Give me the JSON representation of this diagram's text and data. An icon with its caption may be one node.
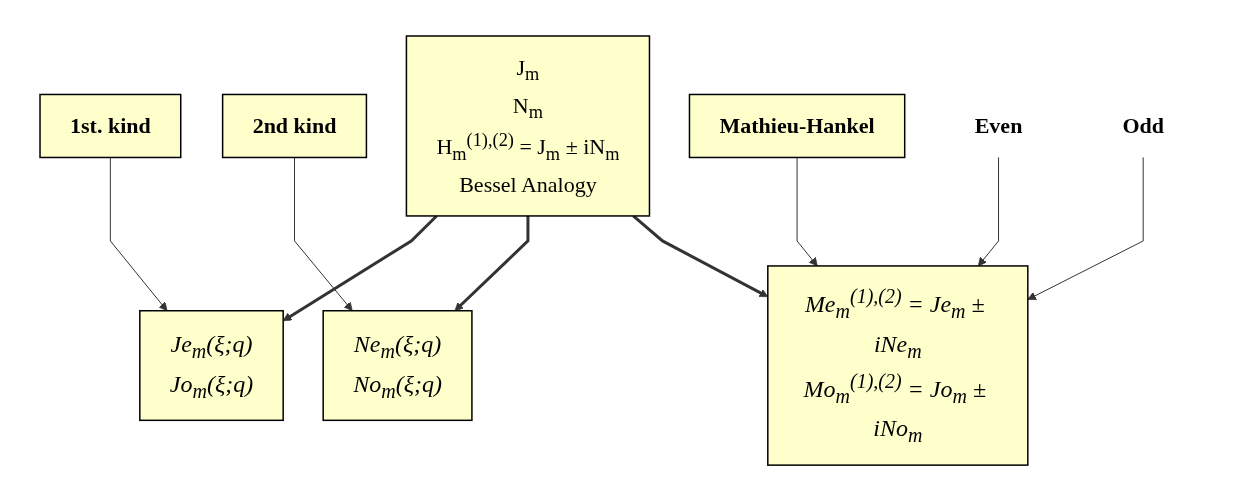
{
  "diagram": {
    "nodes": [
      {
        "text": [
          "1st. kind"
        ]
      },
      {
        "text": [
          "2nd kind"
        ]
      },
      {
        "text": [
          "Mathieu-Hankel"
        ]
      },
      {
        "text": [
          "Je$_{m}$(ξ;q)",
          "Jo$_{m}$(ξ;q)"
        ]
      },
      {
        "text": [
          "Ne$_{m}$(ξ;q)",
          "No$_{m}$(ξ;q)"
        ]
      },
      {
        "text": [
          "Me$_{m}$$^{(1),(2)}$ = Je$_{m}$ ± iNe$_{m}$",
          "Mo$_{m}$$^{(1),(2)}$ = Jo$_{m}$ ± iNo$_{m}$"
        ]
      },
      {
        "text": [
          "Even"
        ]
      },
      {
        "text": [
          "Odd"
        ]
      },
      {
        "text": [
          "J$_{m}$",
          "N$_{m}$",
          "H$_{m}$$^{(1),(2)}$ = J$_{m}$ ± iN$_{m}$",
          "Bessel Analogy"
        ]
      }
    ],
    "edges": [
      {
        "from": 0,
        "to": 3,
        "arrow": "to"
      },
      {
        "from": 1,
        "to": 4,
        "arrow": "to"
      },
      {
        "from": 2,
        "to": 5,
        "arrow": "to"
      },
      {
        "from": 8,
        "to": 3,
        "arrow": "to",
        "style": "thick"
      },
      {
        "from": 8,
        "to": 4,
        "arrow": "to",
        "style": "thick"
      },
      {
        "from": 8,
        "to": 5,
        "arrow": "to",
        "style": "thick"
      },
      {
        "from": 6,
        "to": 5,
        "arrow": "to"
      },
      {
        "from": 7,
        "to": 5,
        "arrow": "to"
      }
    ]
  }
}
